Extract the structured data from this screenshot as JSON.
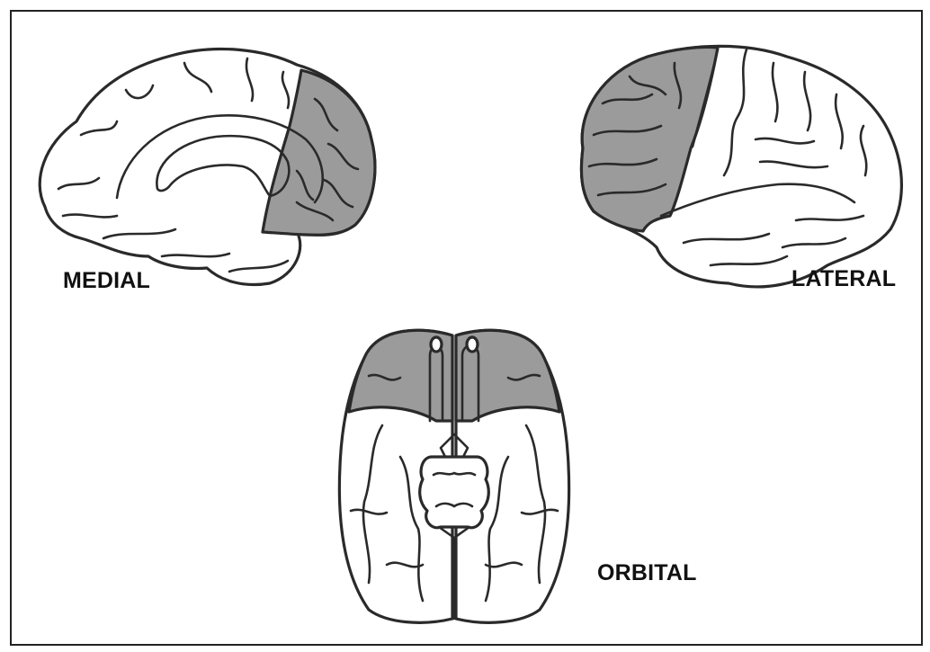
{
  "labels": {
    "medial": "MEDIAL",
    "lateral": "LATERAL",
    "orbital": "ORBITAL"
  },
  "colors": {
    "highlight": "#9b9b9b",
    "outline": "#2a2a2a",
    "background": "#ffffff"
  }
}
